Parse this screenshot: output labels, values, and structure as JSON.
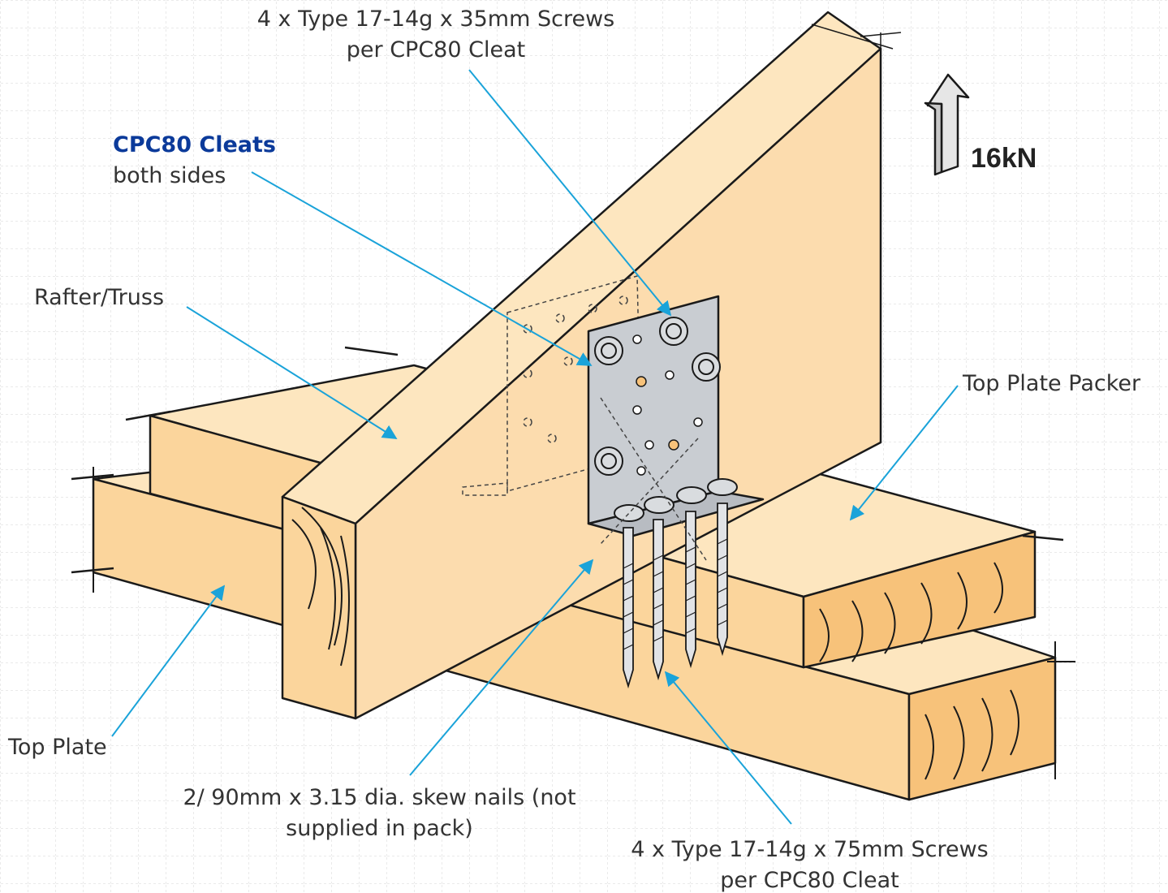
{
  "labels": {
    "screws_35_line1": "4 x Type 17-14g x 35mm Screws",
    "screws_35_line2": "per CPC80 Cleat",
    "cleats_title": "CPC80 Cleats",
    "cleats_sub": "both sides",
    "rafter": "Rafter/Truss",
    "packer": "Top Plate Packer",
    "top_plate": "Top Plate",
    "nails_line1": "2/ 90mm x 3.15 dia. skew nails (not",
    "nails_line2": "supplied in pack)",
    "screws_75_line1": "4 x Type 17-14g x 75mm Screws",
    "screws_75_line2": "per CPC80 Cleat",
    "load": "16kN"
  },
  "colors": {
    "timber_light": "#fde6bf",
    "timber_mid": "#fbd59c",
    "timber_dark": "#f7c27a",
    "steel": "#c9cdd2",
    "leader": "#1aa3d9",
    "brand_blue": "#0b3a9a",
    "grid": "#d6d6d6"
  },
  "icons": {
    "load_arrow": "up-arrow-icon"
  }
}
